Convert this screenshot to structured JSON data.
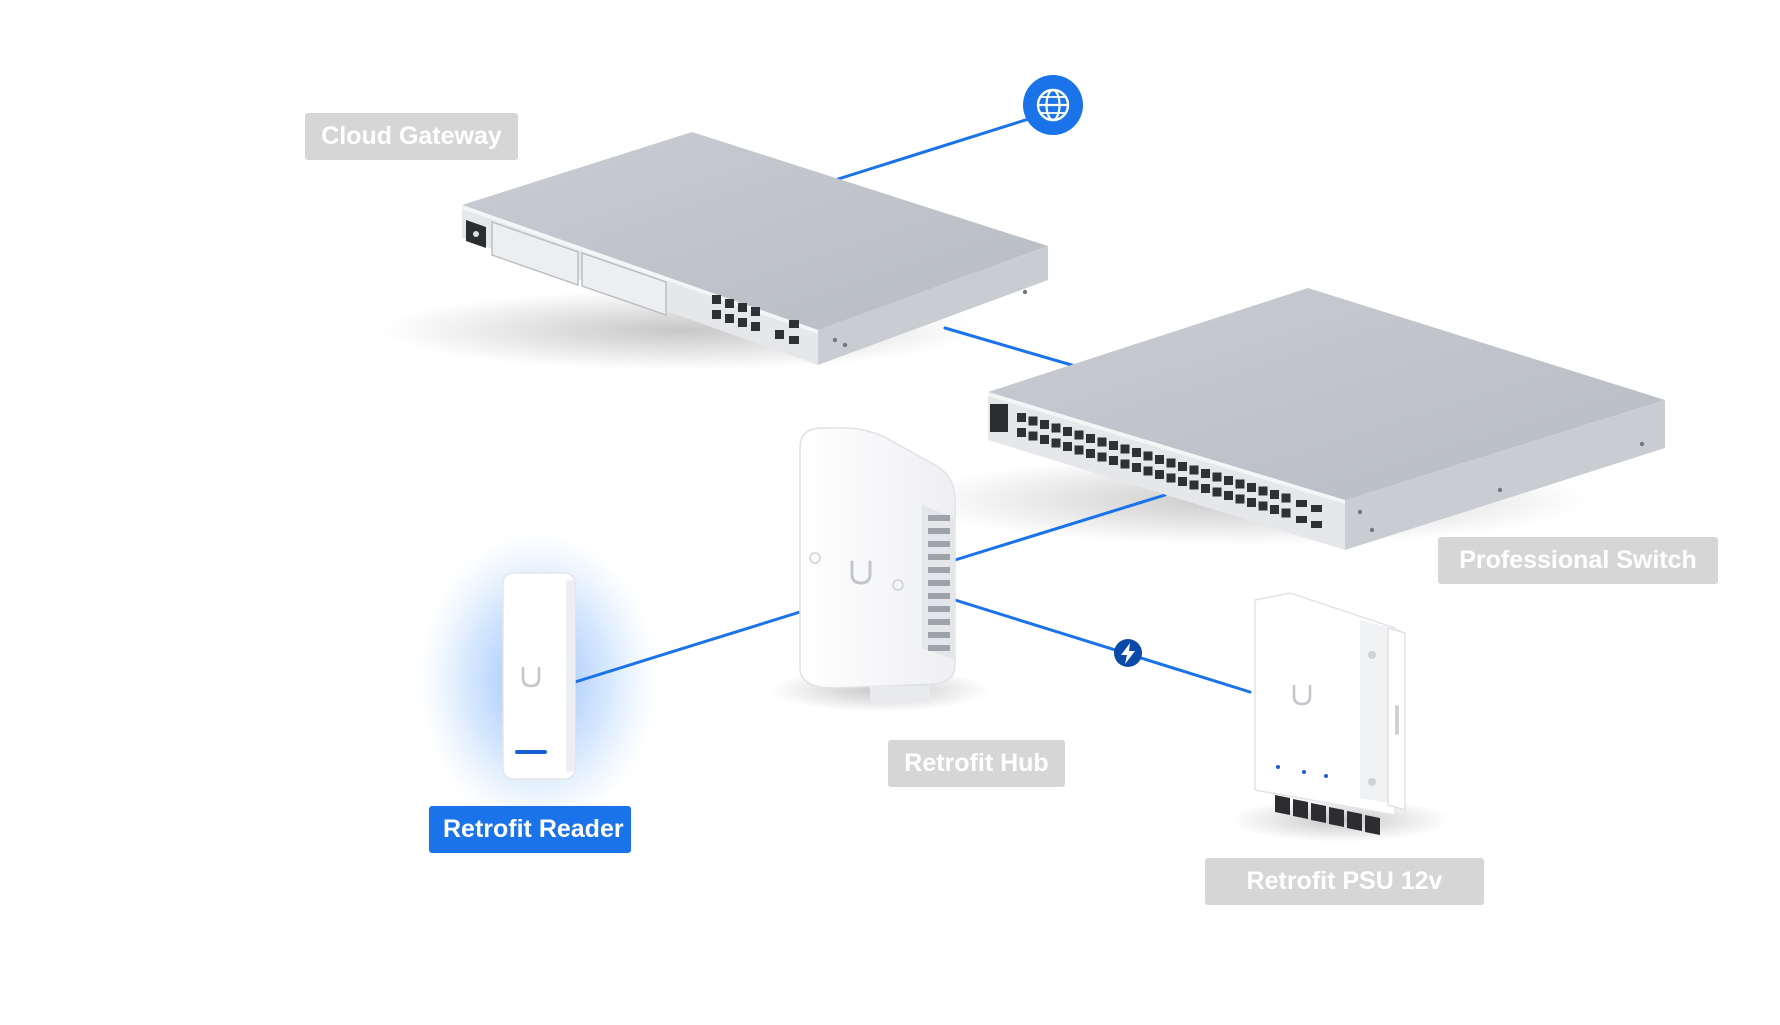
{
  "colors": {
    "link": "#1a73e8",
    "label_bg": "#d6d6d6",
    "label_active_bg": "#1a73e8",
    "label_text": "#ffffff",
    "device_top": "#c4c7cd",
    "device_front": "#e4e5e8",
    "device_white": "#f7f7f8",
    "power_badge": "#0b4aa8"
  },
  "devices": {
    "cloud_gateway": {
      "label": "Cloud Gateway"
    },
    "professional_switch": {
      "label": "Professional Switch"
    },
    "retrofit_hub": {
      "label": "Retrofit Hub"
    },
    "retrofit_reader": {
      "label": "Retrofit Reader",
      "active": true
    },
    "retrofit_psu": {
      "label": "Retrofit PSU 12v"
    }
  },
  "icons": {
    "internet": "globe-icon",
    "power": "lightning-icon",
    "brand": "ubiquiti-u-icon"
  }
}
